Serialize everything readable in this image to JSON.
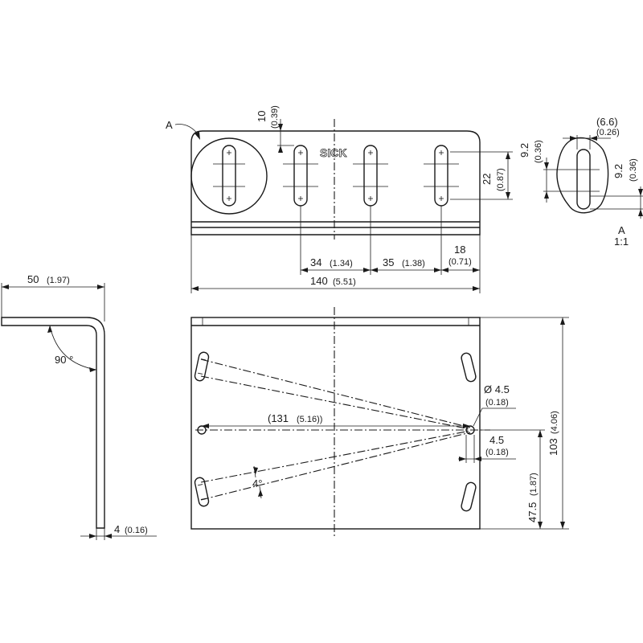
{
  "labels": {
    "detail_ref": "A",
    "logo": "SICK",
    "dim_10": "10",
    "dim_10_in": "(0.39)",
    "dim_22": "22",
    "dim_22_in": "(0.87)",
    "dim_34": "34",
    "dim_34_in": "(1.34)",
    "dim_35": "35",
    "dim_35_in": "(1.38)",
    "dim_18": "18",
    "dim_18_in": "(0.71)",
    "dim_140": "140",
    "dim_140_in": "(5.51)",
    "dim_6_6": "(6.6)",
    "dim_6_6_in": "(0.26)",
    "dim_9_2_left": "9.2",
    "dim_9_2_left_in": "(0.36)",
    "dim_9_2_right": "9.2",
    "dim_9_2_right_in": "(0.36)",
    "detail_title": "A",
    "detail_scale": "1:1",
    "dim_50": "50",
    "dim_50_in": "(1.97)",
    "angle_90": "90 °",
    "dim_4": "4",
    "dim_4_in": "(0.16)",
    "dim_dia_4_5": "Ø 4.5",
    "dim_dia_4_5_in": "(0.18)",
    "dim_131": "(131",
    "dim_131_in": "(5.16))",
    "dim_4_5": "4.5",
    "dim_4_5_in": "(0.18)",
    "dim_103": "103",
    "dim_103_in": "(4.06)",
    "dim_47_5": "47.5",
    "dim_47_5_in": "(1.87)",
    "angle_4": "4°"
  }
}
